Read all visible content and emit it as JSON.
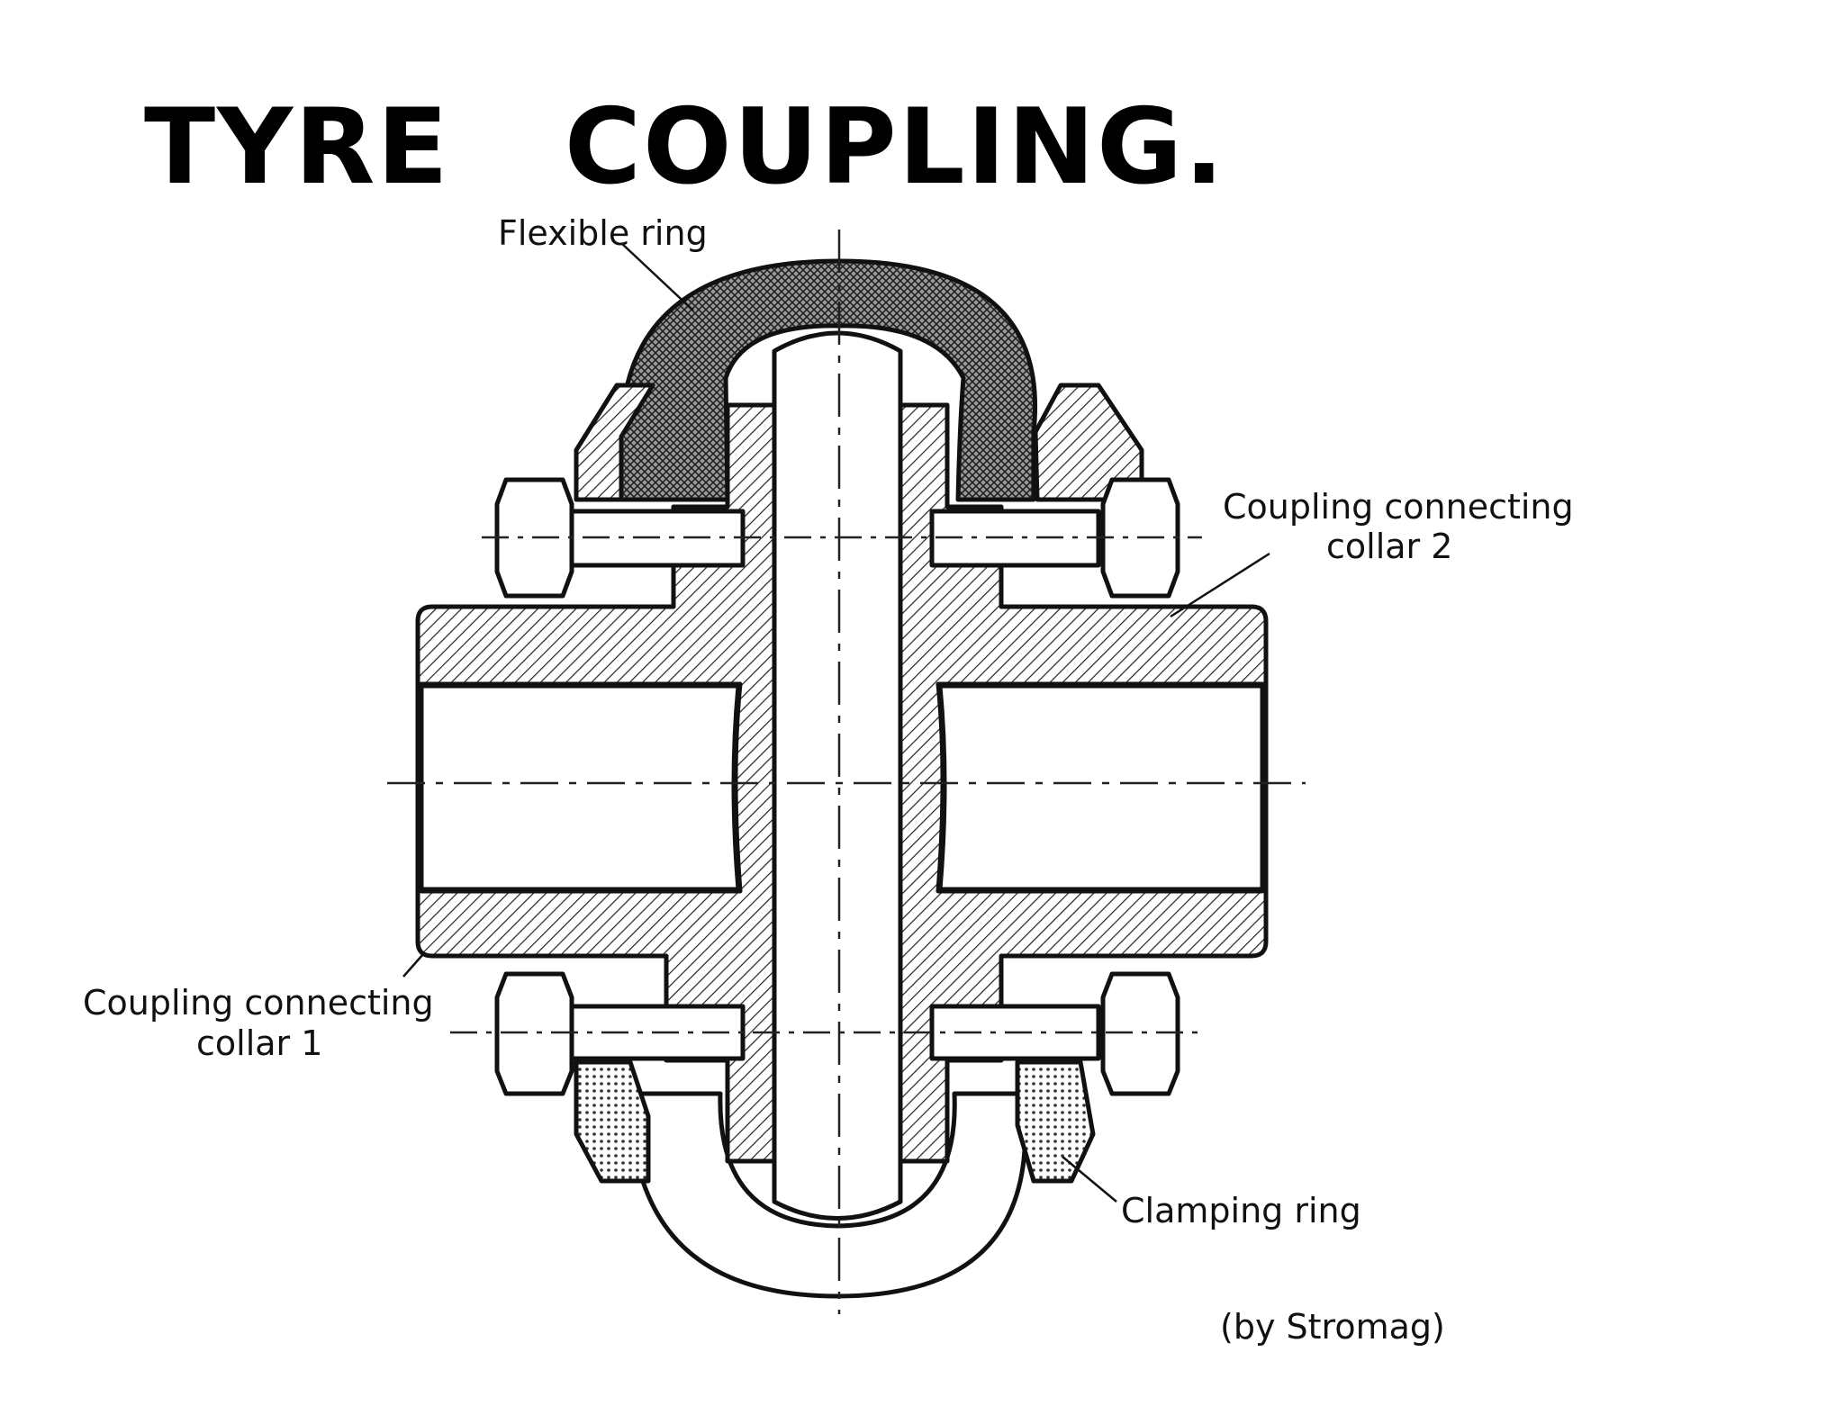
{
  "title": "TYRE   COUPLING.",
  "labels": {
    "flexible_ring": "Flexible ring",
    "collar2_line1": "Coupling connecting",
    "collar2_line2": "collar 2",
    "collar1_line1": "Coupling connecting",
    "collar1_line2": "collar 1",
    "clamping_ring": "Clamping ring",
    "credit": "(by Stromag)"
  },
  "colors": {
    "ink": "#111111",
    "paper": "#ffffff"
  }
}
